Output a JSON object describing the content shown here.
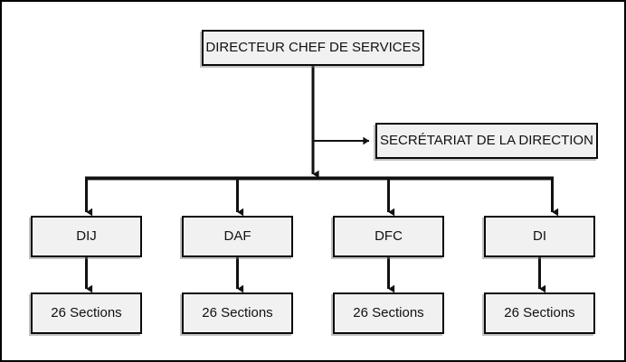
{
  "diagram": {
    "title_node": {
      "label": "DIRECTEUR CHEF DE SERVICES",
      "name": "director-box"
    },
    "secretariat_node": {
      "label": "SECRÉTARIAT DE LA DIRECTION",
      "name": "secretariat-box"
    },
    "departments": [
      {
        "label": "DIJ"
      },
      {
        "label": "DAF"
      },
      {
        "label": "DFC"
      },
      {
        "label": "DI"
      }
    ],
    "sections": [
      {
        "label": "26 Sections"
      },
      {
        "label": "26 Sections"
      },
      {
        "label": "26 Sections"
      },
      {
        "label": "26 Sections"
      }
    ],
    "colors": {
      "box_fill": "#f1f1f1",
      "box_border": "#0a0a0a",
      "connector": "#111111",
      "canvas": "#ffffff",
      "frame": "#000000",
      "shadow": "#787878"
    },
    "connectors": {
      "trunk_label": "director-to-bus",
      "branch_label": "director-to-secretariat",
      "bus_label": "department-bus",
      "drop_label": "bus-to-department",
      "dept_drop_label": "department-to-section"
    }
  }
}
